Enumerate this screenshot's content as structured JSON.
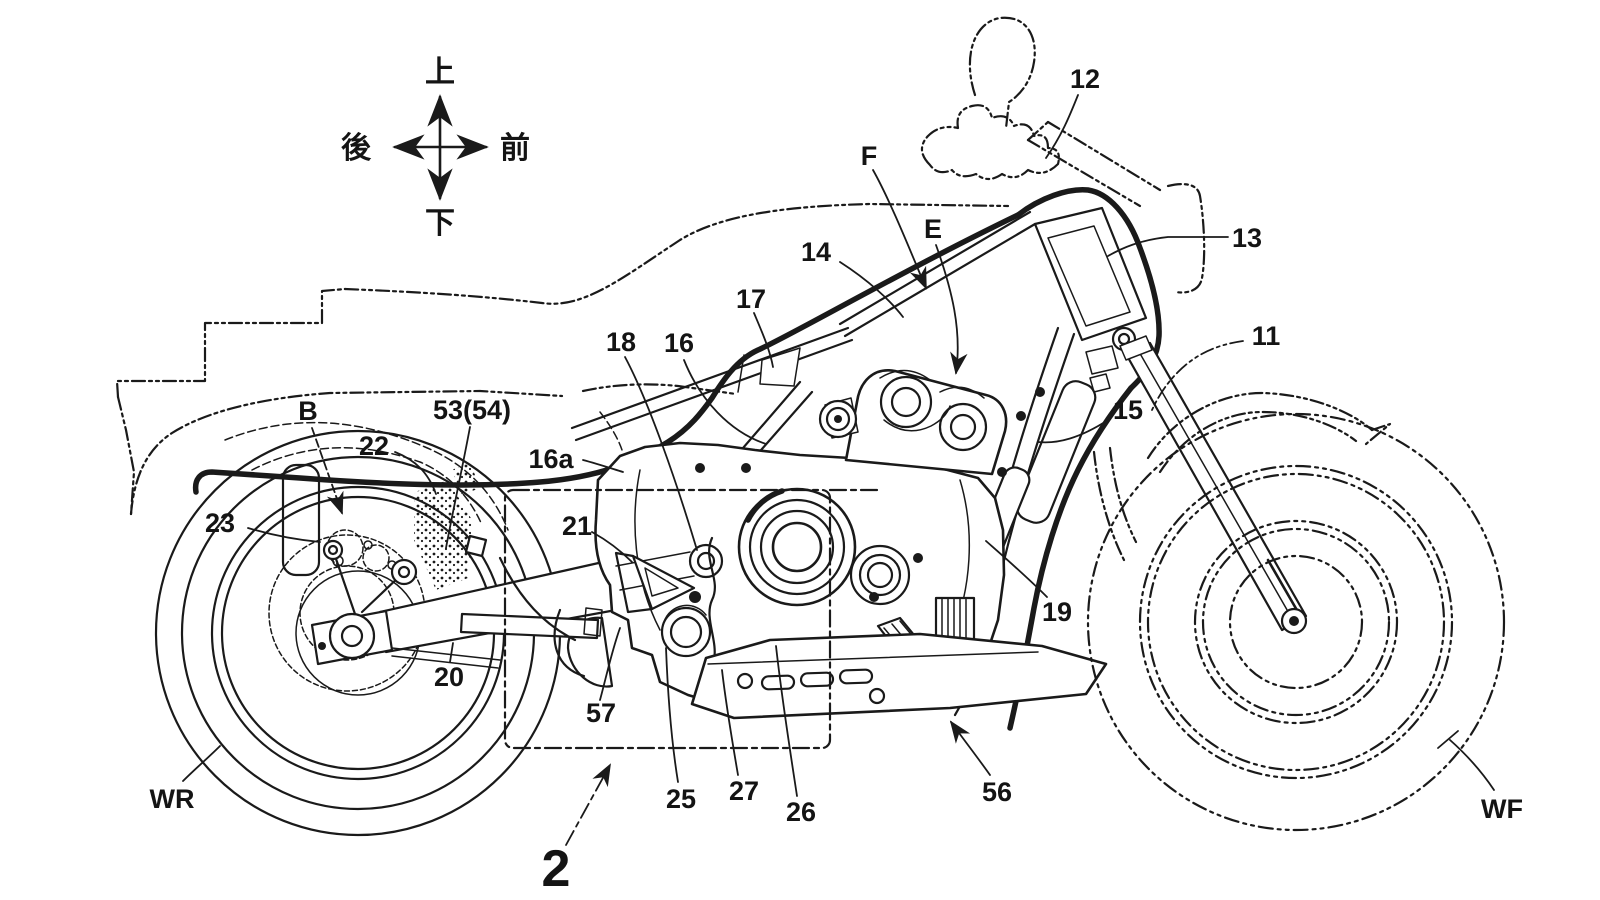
{
  "drawing": {
    "background": "#ffffff",
    "ink": "#1a1a1a",
    "compass": {
      "up": "上",
      "down": "下",
      "front": "前",
      "rear": "後"
    },
    "section_marker": "2",
    "part_labels": {
      "p11": "11",
      "p12": "12",
      "p13": "13",
      "p14": "14",
      "p15": "15",
      "p16": "16",
      "p16a": "16a",
      "p17": "17",
      "p18": "18",
      "p19": "19",
      "p20": "20",
      "p21": "21",
      "p22": "22",
      "p23": "23",
      "p25": "25",
      "p26": "26",
      "p27": "27",
      "p53_54": "53(54)",
      "p56": "56",
      "p57": "57",
      "pB": "B",
      "pE": "E",
      "pF": "F",
      "wheel_rear": "WR",
      "wheel_front": "WF"
    }
  }
}
